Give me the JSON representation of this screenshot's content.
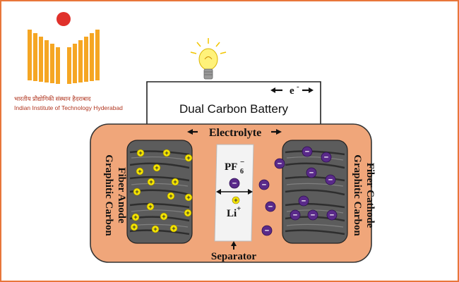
{
  "institute": {
    "name_hindi": "भारतीय प्रौद्योगिकी संस्थान हैदराबाद",
    "name_english": "Indian Institute of Technology Hyderabad",
    "colors": {
      "circle": "#e0312b",
      "bars": "#f5a623",
      "text": "#b0351f"
    }
  },
  "diagram": {
    "title": "Dual Carbon Battery",
    "electron_label": "e",
    "electron_superscript": "-",
    "electrolyte_label": "Electrolyte",
    "separator_label": "Separator",
    "anode_label_line1": "Graphitic Carbon",
    "anode_label_line2": "Fiber Anode",
    "cathode_label_line1": "Graphitic Carbon",
    "cathode_label_line2": "Fiber Cathode",
    "anion_label": "PF",
    "anion_subscript": "6",
    "anion_superscript": "−",
    "cation_label": "Li",
    "cation_superscript": "+",
    "anion_symbol": "−",
    "cation_symbol": "+",
    "bulb_icon": "light-bulb-icon",
    "colors": {
      "electrolyte": "#f0a67a",
      "frame": "#e8763a",
      "cation": "#f5e400",
      "anion": "#5a2a8a"
    }
  }
}
